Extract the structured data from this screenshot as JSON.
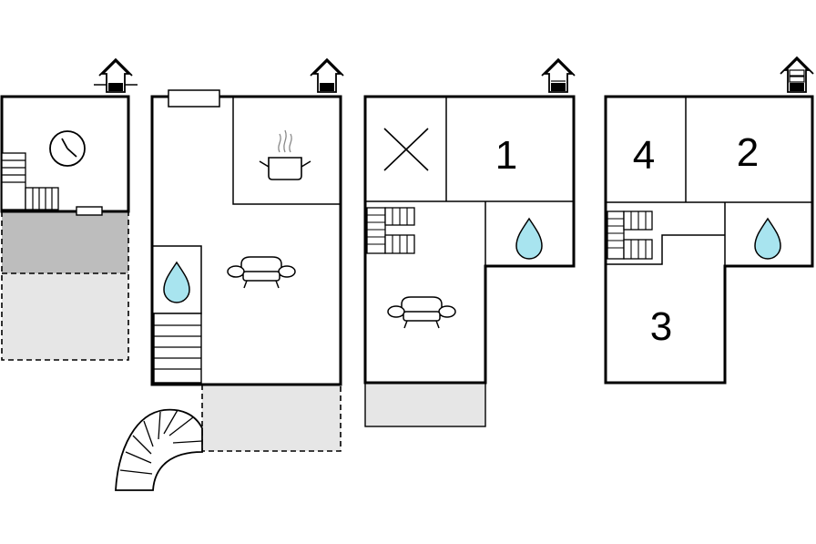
{
  "colors": {
    "water": "#a8e4ef",
    "outdoor_light": "#e6e6e6",
    "outdoor_dark": "#bdbdbd",
    "wall": "#000000"
  },
  "floors": [
    {
      "name": "floor-1",
      "level_icon_fill": 1
    },
    {
      "name": "floor-2",
      "level_icon_fill": 1
    },
    {
      "name": "floor-3",
      "level_icon_fill": 2
    },
    {
      "name": "floor-4",
      "level_icon_fill": 3
    }
  ],
  "room_numbers": {
    "r1": "1",
    "r2": "2",
    "r3": "3",
    "r4": "4"
  },
  "icons": [
    "level-indicator-icon",
    "clock-icon",
    "cooking-pot-icon",
    "sofa-icon",
    "water-drop-icon",
    "bath-icon",
    "staircase-icon",
    "spiral-staircase-icon",
    "cross-icon"
  ]
}
